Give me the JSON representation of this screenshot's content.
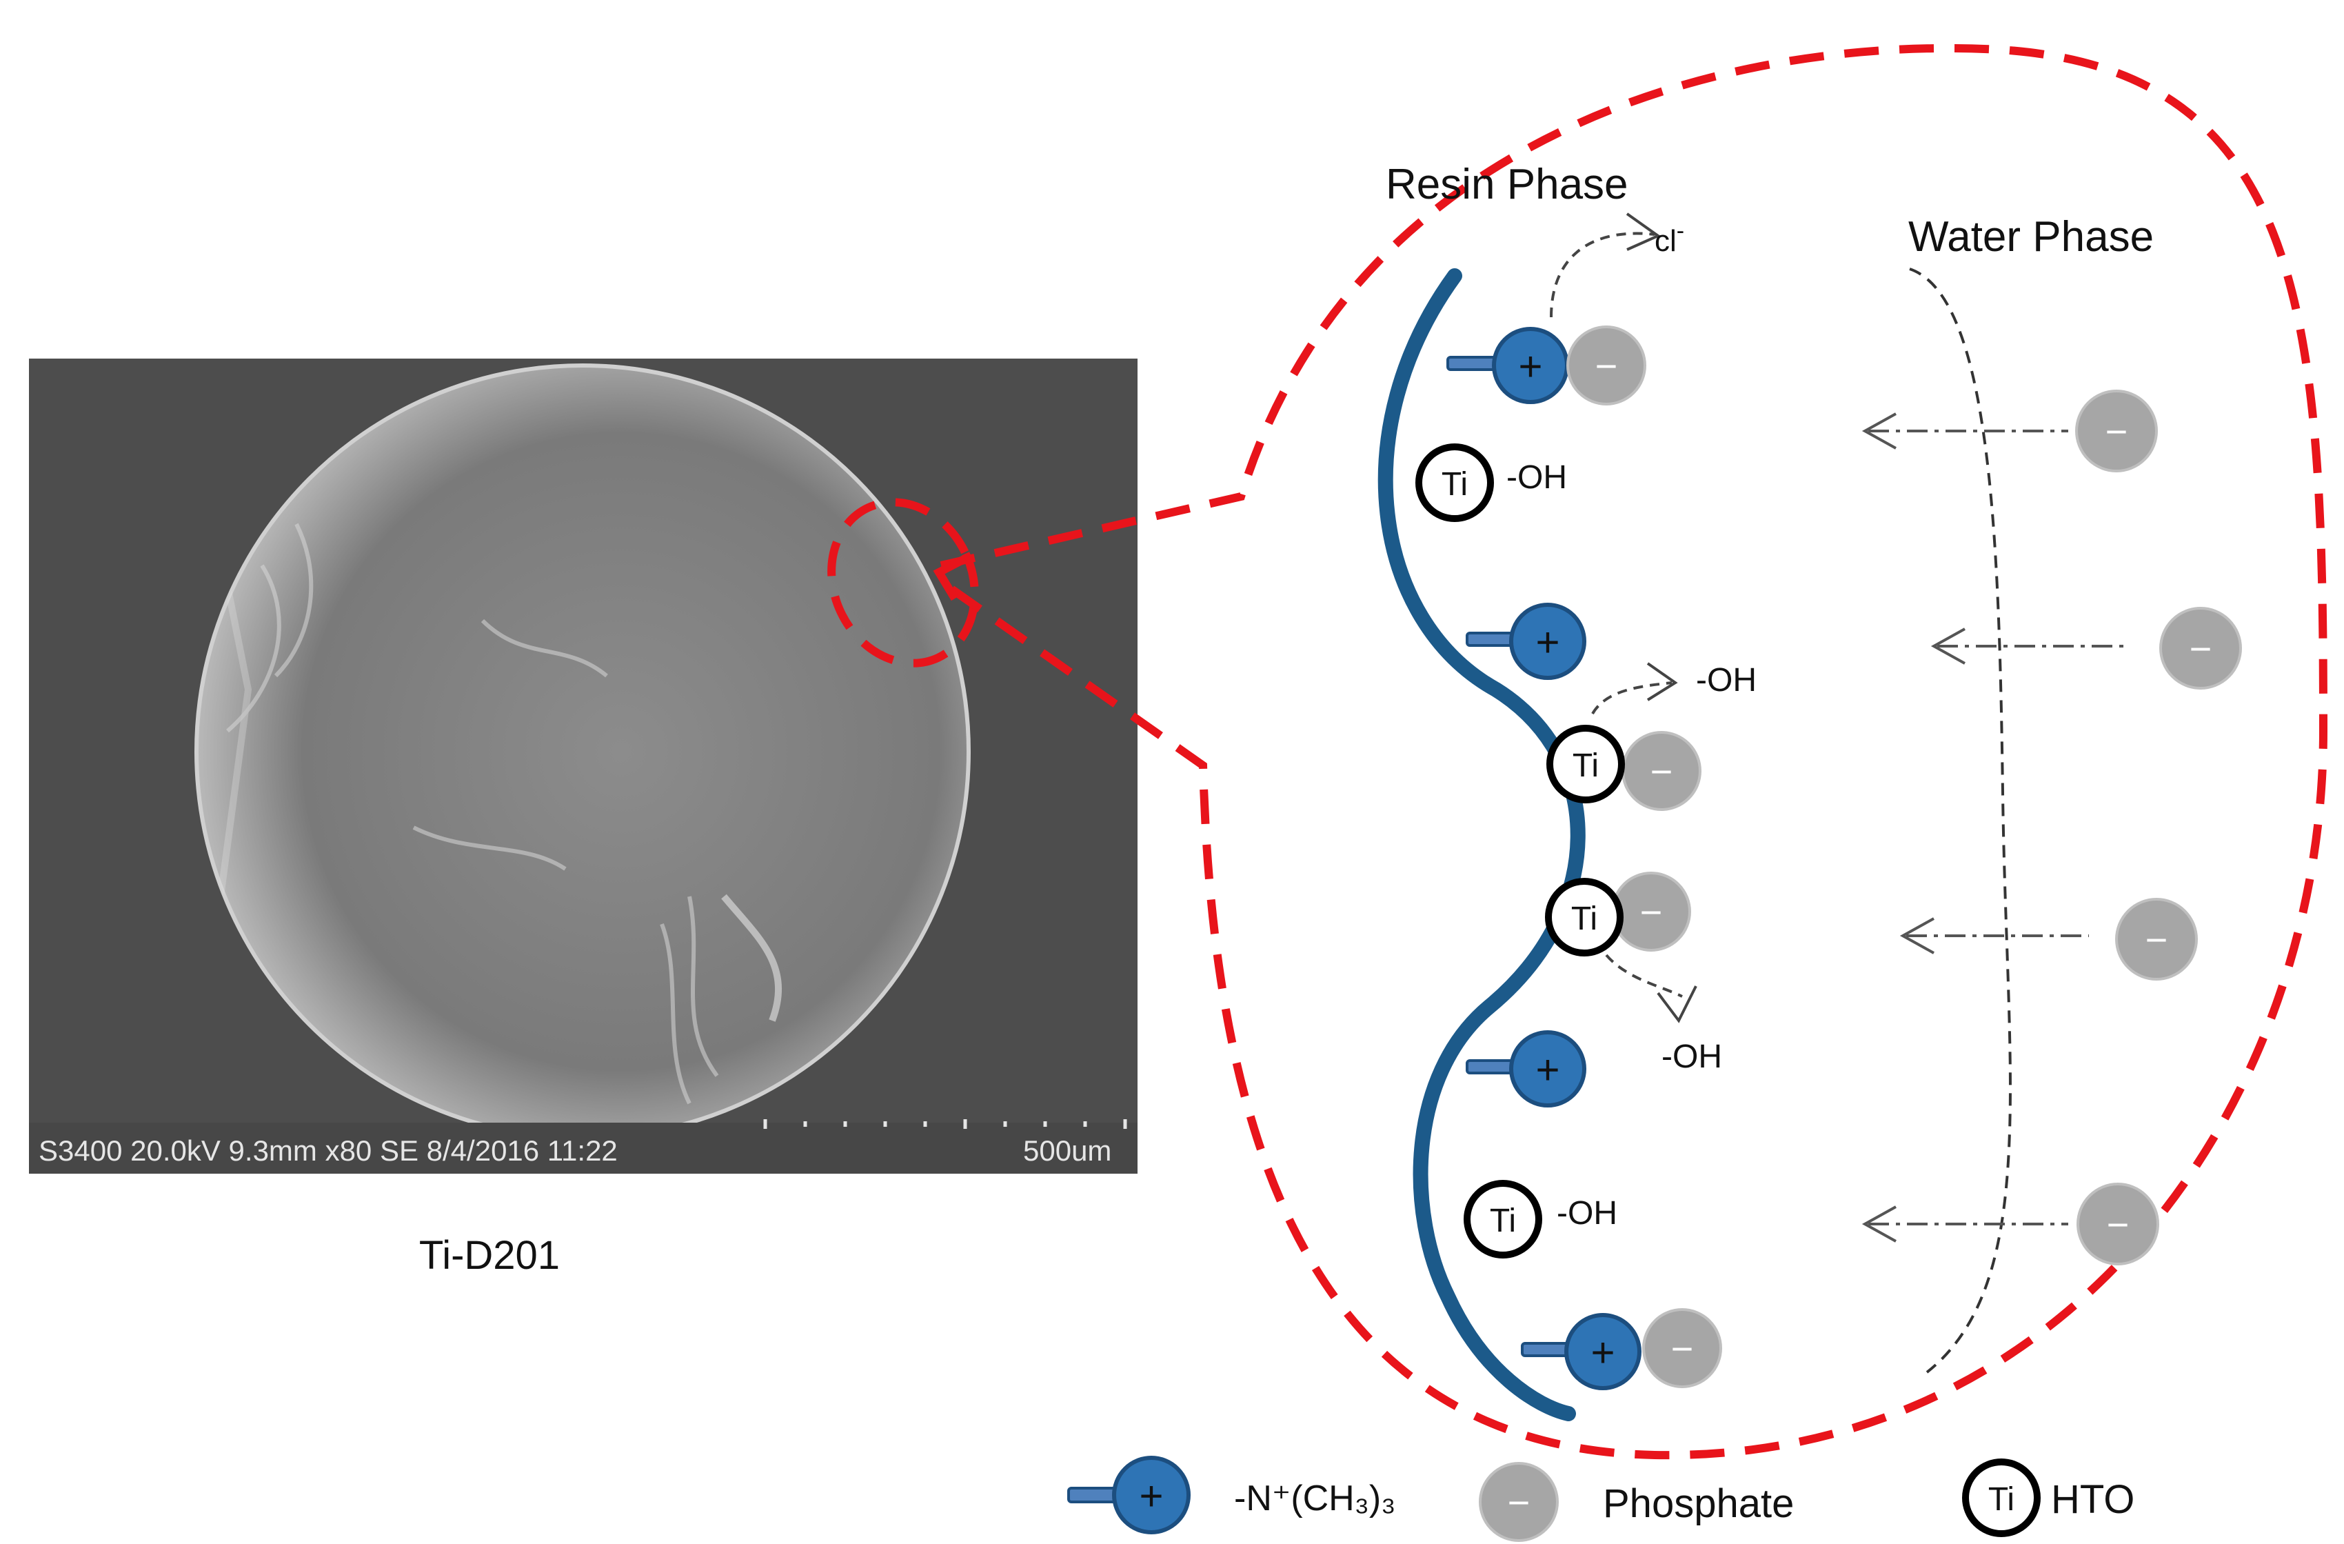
{
  "sem_image": {
    "caption": "Ti-D201",
    "info_bar": "S3400 20.0kV 9.3mm x80 SE  8/4/2016 11:22",
    "scale_label": "500um"
  },
  "diagram": {
    "resin_phase_label": "Resin Phase",
    "water_phase_label": "Water Phase",
    "chloride_label": "cl",
    "chloride_superscript": "-",
    "hydroxyl_label": "-OH",
    "ti_label": "Ti",
    "plus_sign": "+",
    "minus_sign": "−"
  },
  "legend": {
    "amine_label": "-N⁺(CH₃)₃",
    "phosphate_label": "Phosphate",
    "hto_label": "HTO",
    "ti_label": "Ti",
    "plus_sign": "+",
    "minus_sign": "−"
  },
  "colors": {
    "highlight_dash": "#e8141b",
    "resin_chain": "#1c5a8a",
    "amine_group": "#2e74b5",
    "phosphate_ion": "#a6a6a6",
    "sem_background": "#4d4d4d"
  }
}
